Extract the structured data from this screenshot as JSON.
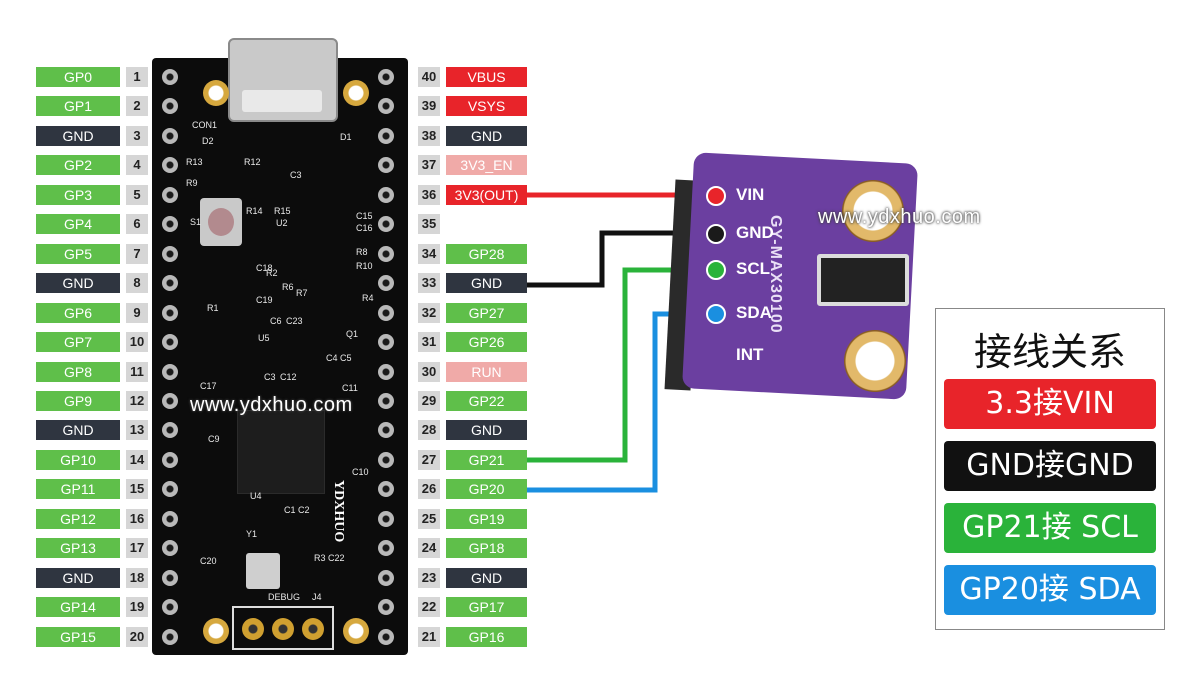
{
  "left_pins": [
    {
      "label": "GP0",
      "num": "1",
      "type": "green"
    },
    {
      "label": "GP1",
      "num": "2",
      "type": "green"
    },
    {
      "label": "GND",
      "num": "3",
      "type": "black"
    },
    {
      "label": "GP2",
      "num": "4",
      "type": "green"
    },
    {
      "label": "GP3",
      "num": "5",
      "type": "green"
    },
    {
      "label": "GP4",
      "num": "6",
      "type": "green"
    },
    {
      "label": "GP5",
      "num": "7",
      "type": "green"
    },
    {
      "label": "GND",
      "num": "8",
      "type": "black"
    },
    {
      "label": "GP6",
      "num": "9",
      "type": "green"
    },
    {
      "label": "GP7",
      "num": "10",
      "type": "green"
    },
    {
      "label": "GP8",
      "num": "11",
      "type": "green"
    },
    {
      "label": "GP9",
      "num": "12",
      "type": "green"
    },
    {
      "label": "GND",
      "num": "13",
      "type": "black"
    },
    {
      "label": "GP10",
      "num": "14",
      "type": "green"
    },
    {
      "label": "GP11",
      "num": "15",
      "type": "green"
    },
    {
      "label": "GP12",
      "num": "16",
      "type": "green"
    },
    {
      "label": "GP13",
      "num": "17",
      "type": "green"
    },
    {
      "label": "GND",
      "num": "18",
      "type": "black"
    },
    {
      "label": "GP14",
      "num": "19",
      "type": "green"
    },
    {
      "label": "GP15",
      "num": "20",
      "type": "green"
    }
  ],
  "right_pins": [
    {
      "label": "VBUS",
      "num": "40",
      "type": "red"
    },
    {
      "label": "VSYS",
      "num": "39",
      "type": "red"
    },
    {
      "label": "GND",
      "num": "38",
      "type": "black"
    },
    {
      "label": "3V3_EN",
      "num": "37",
      "type": "pink"
    },
    {
      "label": "3V3(OUT)",
      "num": "36",
      "type": "red"
    },
    {
      "label": "",
      "num": "35",
      "type": "empty"
    },
    {
      "label": "GP28",
      "num": "34",
      "type": "green"
    },
    {
      "label": "GND",
      "num": "33",
      "type": "black"
    },
    {
      "label": "GP27",
      "num": "32",
      "type": "green"
    },
    {
      "label": "GP26",
      "num": "31",
      "type": "green"
    },
    {
      "label": "RUN",
      "num": "30",
      "type": "pink"
    },
    {
      "label": "GP22",
      "num": "29",
      "type": "green"
    },
    {
      "label": "GND",
      "num": "28",
      "type": "black"
    },
    {
      "label": "GP21",
      "num": "27",
      "type": "green"
    },
    {
      "label": "GP20",
      "num": "26",
      "type": "green"
    },
    {
      "label": "GP19",
      "num": "25",
      "type": "green"
    },
    {
      "label": "GP18",
      "num": "24",
      "type": "green"
    },
    {
      "label": "GND",
      "num": "23",
      "type": "black"
    },
    {
      "label": "GP17",
      "num": "22",
      "type": "green"
    },
    {
      "label": "GP16",
      "num": "21",
      "type": "green"
    }
  ],
  "colors": {
    "green": "#5fbf4a",
    "black": "#2f3540",
    "red": "#e8242a",
    "pink": "#f0aaa8",
    "wire_red": "#e8242a",
    "wire_black": "#111111",
    "wire_green": "#2ab33a",
    "wire_blue": "#1a8fe0"
  },
  "board": {
    "brand": "YDXHUO",
    "silk": [
      "CON1",
      "D1",
      "D2",
      "R13",
      "R12",
      "R9",
      "S1",
      "R14",
      "R15",
      "U2",
      "C15",
      "C16",
      "C3",
      "R8",
      "R10",
      "C18",
      "C19",
      "R2",
      "R6",
      "R7",
      "R4",
      "R1",
      "C6",
      "C23",
      "Q1",
      "U5",
      "C4",
      "C5",
      "C3",
      "C12",
      "C17",
      "C11",
      "C9",
      "C10",
      "U4",
      "C1",
      "C2",
      "Y1",
      "C20",
      "R3",
      "C22",
      "J4",
      "DEBUG"
    ]
  },
  "watermark": "www.ydxhuo.com",
  "sensor": {
    "model": "GY-MAX30100",
    "pins": [
      {
        "label": "VIN",
        "dot": "red"
      },
      {
        "label": "GND",
        "dot": "black"
      },
      {
        "label": "SCL",
        "dot": "green"
      },
      {
        "label": "SDA",
        "dot": "blue"
      },
      {
        "label": "INT",
        "dot": "none"
      }
    ]
  },
  "legend": {
    "title": "接线关系",
    "items": [
      {
        "text": "3.3接VIN",
        "color": "red"
      },
      {
        "text": "GND接GND",
        "color": "black"
      },
      {
        "text": "GP21接 SCL",
        "color": "green"
      },
      {
        "text": "GP20接 SDA",
        "color": "blue"
      }
    ]
  }
}
